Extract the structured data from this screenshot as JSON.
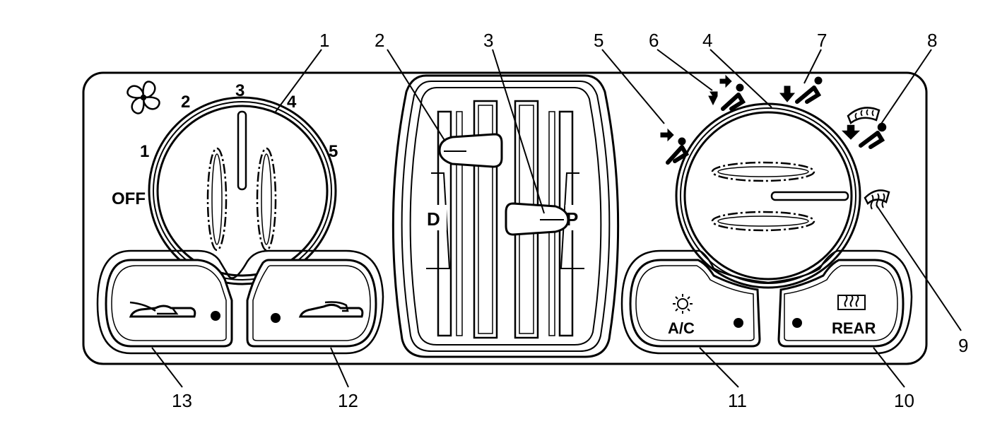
{
  "fan_dial": {
    "labels": [
      "OFF",
      "1",
      "2",
      "3",
      "4",
      "5"
    ],
    "icon": "fan-icon"
  },
  "sliders": {
    "left_label": "D",
    "right_label": "P"
  },
  "mode_dial": {
    "icons": [
      "vent-mode-icon",
      "bi-level-mode-icon",
      "floor-mode-icon",
      "floor-defrost-mode-icon",
      "defrost-mode-icon"
    ]
  },
  "buttons": {
    "recirc": {
      "icon": "recirculation-icon"
    },
    "outside_air": {
      "icon": "outside-air-icon"
    },
    "ac": {
      "label": "A/C",
      "icon": "ac-light-icon"
    },
    "rear": {
      "label": "REAR",
      "icon": "rear-defrost-icon"
    }
  },
  "callouts": [
    "1",
    "2",
    "3",
    "5",
    "6",
    "4",
    "7",
    "8",
    "9",
    "10",
    "11",
    "12",
    "13"
  ]
}
